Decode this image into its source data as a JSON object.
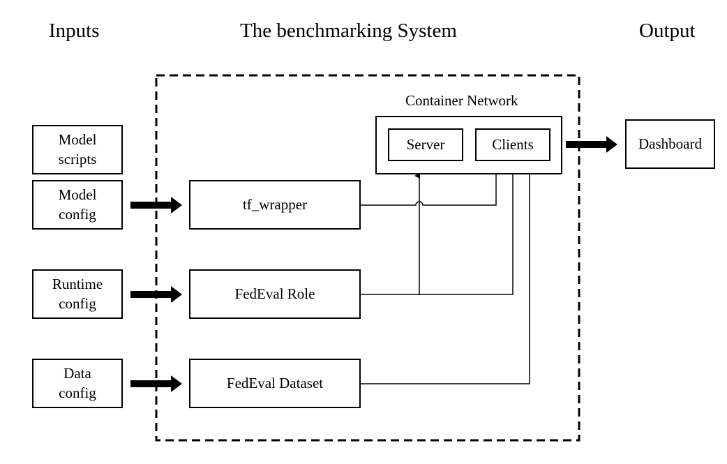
{
  "headings": {
    "inputs": "Inputs",
    "system": "The benchmarking System",
    "output": "Output"
  },
  "inputs": {
    "model_scripts": [
      "Model",
      "scripts"
    ],
    "model_config": [
      "Model",
      "config"
    ],
    "runtime_config": [
      "Runtime",
      "config"
    ],
    "data_config": [
      "Data",
      "config"
    ]
  },
  "system": {
    "tf_wrapper": "tf_wrapper",
    "fedeval_role": "FedEval Role",
    "fedeval_dataset": "FedEval Dataset",
    "container_network": {
      "label": "Container Network",
      "server": "Server",
      "clients": "Clients"
    }
  },
  "output": {
    "dashboard": "Dashboard"
  }
}
